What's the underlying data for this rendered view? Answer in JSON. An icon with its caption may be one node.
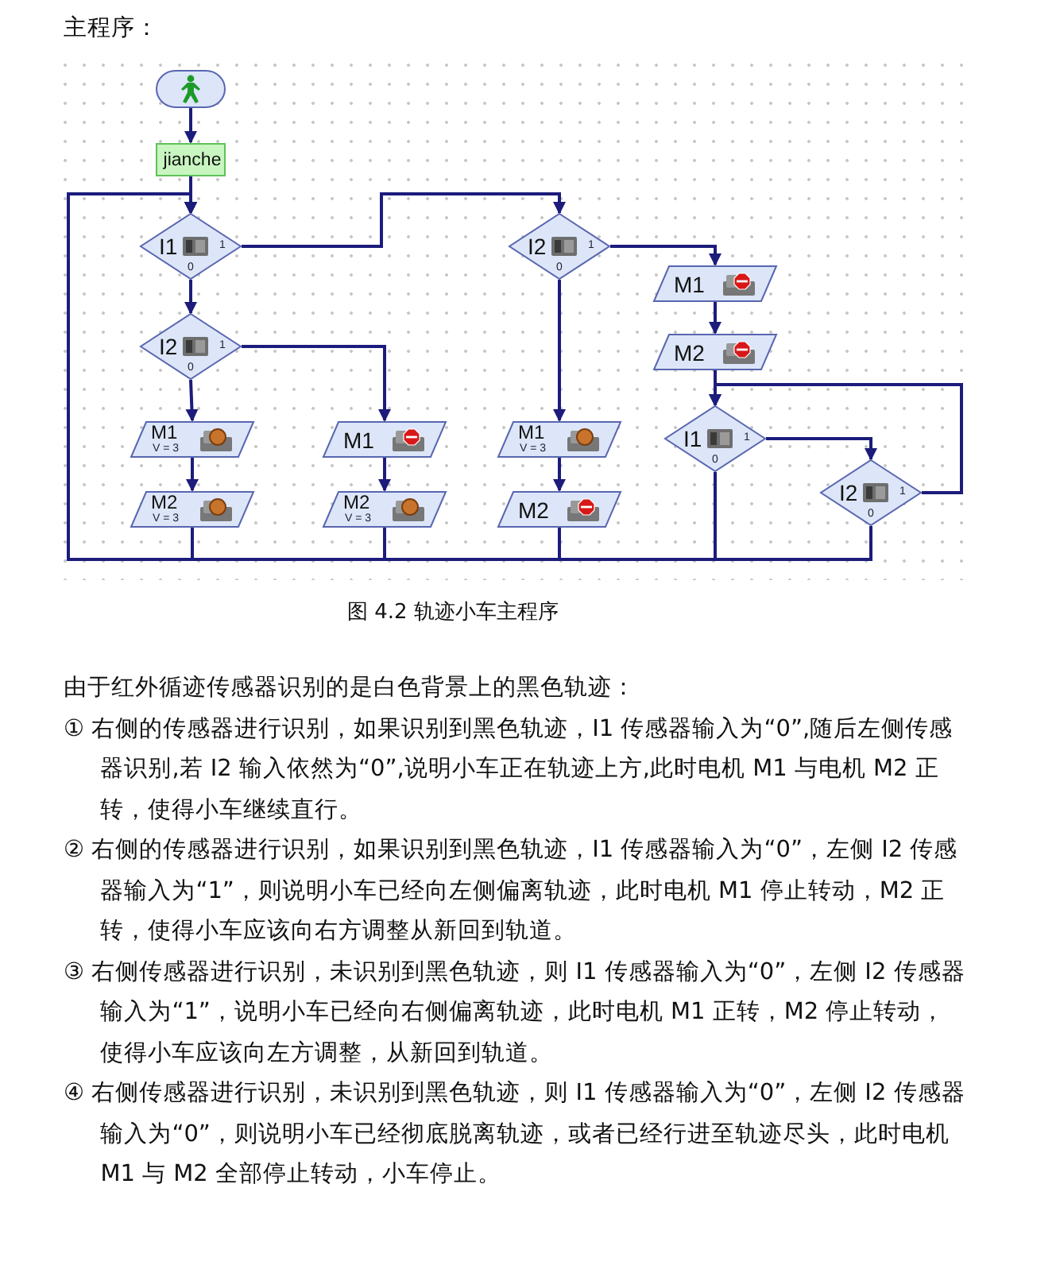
{
  "diagram": {
    "caption": "图 4.2 轨迹小车主程序",
    "nodes": [
      {
        "text": [],
        "shape": "oval"
      },
      {
        "text": [
          "jianche"
        ]
      },
      {
        "text": [
          "I1",
          "1",
          "0"
        ]
      },
      {
        "text": [
          "I2",
          "1",
          "0"
        ]
      },
      {
        "text": [
          "M1",
          "V = 3"
        ]
      },
      {
        "text": [
          "M2",
          "V = 3"
        ]
      },
      {
        "text": [
          "M1"
        ]
      },
      {
        "text": [
          "M2",
          "V = 3"
        ]
      },
      {
        "text": [
          "I2",
          "1",
          "0"
        ]
      },
      {
        "text": [
          "M1"
        ]
      },
      {
        "text": [
          "M1",
          "V = 3"
        ]
      },
      {
        "text": [
          "M2"
        ]
      },
      {
        "text": [
          "M2"
        ]
      },
      {
        "text": [
          "I1",
          "1",
          "0"
        ]
      },
      {
        "text": [
          "I2",
          "1",
          "0"
        ]
      }
    ],
    "edges": [
      {
        "from": 0,
        "to": 1,
        "arrow": "to"
      },
      {
        "from": 1,
        "to": 2,
        "arrow": "to"
      },
      {
        "from": 2,
        "to": 3,
        "arrow": "to"
      },
      {
        "from": 2,
        "to": 8,
        "arrow": "to"
      },
      {
        "from": 3,
        "to": 4,
        "arrow": "to"
      },
      {
        "from": 3,
        "to": 6,
        "arrow": "to"
      },
      {
        "from": 4,
        "to": 5,
        "arrow": "to"
      },
      {
        "from": 6,
        "to": 7,
        "arrow": "to"
      },
      {
        "from": 8,
        "to": 10,
        "arrow": "to"
      },
      {
        "from": 8,
        "to": 9,
        "arrow": "to"
      },
      {
        "from": 10,
        "to": 11,
        "arrow": "to"
      },
      {
        "from": 9,
        "to": 12,
        "arrow": "to"
      },
      {
        "from": 12,
        "to": 13,
        "arrow": "to"
      },
      {
        "from": 13,
        "to": 14,
        "arrow": "to"
      },
      {
        "from": 14,
        "to": 13,
        "arrow": "to"
      },
      {
        "from": 5,
        "to": 2,
        "arrow": "to"
      },
      {
        "from": 7,
        "to": 2,
        "arrow": "to"
      },
      {
        "from": 11,
        "to": 2,
        "arrow": "to"
      },
      {
        "from": 13,
        "to": 2,
        "arrow": "to"
      },
      {
        "from": 14,
        "to": 2,
        "arrow": "to"
      }
    ],
    "labels": [
      "主程序：",
      "由于红外循迹传感器识别的是白色背景上的黑色轨迹：",
      "① 右侧的传感器进行识别，如果识别到黑色轨迹，I1 传感器输入为“0”,随后左侧传感器识别,若 I2 输入依然为“0”,说明小车正在轨迹上方,此时电机 M1 与电机 M2 正转，使得小车继续直行。",
      "② 右侧的传感器进行识别，如果识别到黑色轨迹，I1 传感器输入为“0”，左侧 I2 传感器输入为“1”，则说明小车已经向左侧偏离轨迹，此时电机 M1 停止转动，M2 正转，使得小车应该向右方调整从新回到轨道。",
      "③ 右侧传感器进行识别，未识别到黑色轨迹，则 I1 传感器输入为“0”，左侧 I2 传感器输入为“1”，说明小车已经向右侧偏离轨迹，此时电机 M1 正转，M2 停止转动，使得小车应该向左方调整，从新回到轨道。",
      "④ 右侧传感器进行识别，未识别到黑色轨迹，则 I1 传感器输入为“0”，左侧 I2 传感器输入为“0”，则说明小车已经彻底脱离轨迹，或者已经行进至轨迹尽头，此时电机 M1 与 M2 全部停止转动，小车停止。"
    ]
  }
}
